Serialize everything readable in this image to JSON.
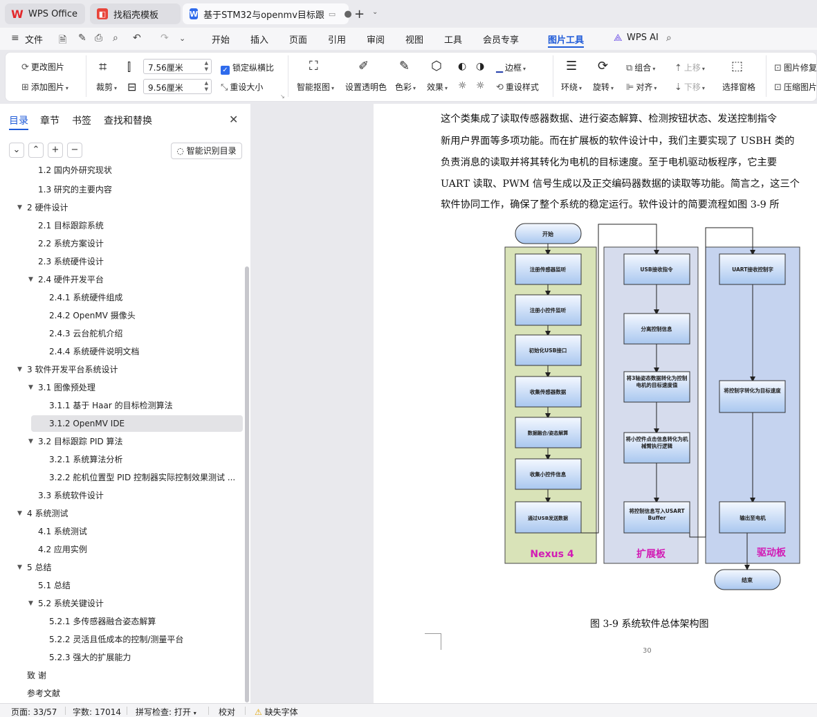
{
  "tabs": {
    "wps": "WPS Office",
    "template": "找稻壳模板",
    "doc": "基于STM32与openmv目标跟"
  },
  "menu": {
    "file": "文件",
    "items": [
      "开始",
      "插入",
      "页面",
      "引用",
      "审阅",
      "视图",
      "工具",
      "会员专享",
      "图片工具"
    ],
    "wps_ai": "WPS AI"
  },
  "ribbon": {
    "change_picture": "更改图片",
    "add_picture": "添加图片",
    "crop": "裁剪",
    "width_value": "7.56厘米",
    "height_value": "9.56厘米",
    "lock_ratio": "锁定纵横比",
    "reset_size": "重设大小",
    "smart_cutout": "智能抠图",
    "set_transparent": "设置透明色",
    "color": "色彩",
    "effect": "效果",
    "border": "边框",
    "reset_style": "重设样式",
    "wrap": "环绕",
    "rotate": "旋转",
    "group": "组合",
    "align": "对齐",
    "move_up": "上移",
    "move_down": "下移",
    "selection_pane": "选择窗格",
    "picture_repair": "图片修复",
    "compress": "压缩图片"
  },
  "panel": {
    "tabs": [
      "目录",
      "章节",
      "书签",
      "查找和替换"
    ],
    "smart_toc": "智能识别目录",
    "toc": [
      {
        "label": "1.2  国内外研究现状"
      },
      {
        "label": "1.3  研究的主要内容"
      },
      {
        "label": "2  硬件设计"
      },
      {
        "label": "2.1  目标跟踪系统"
      },
      {
        "label": "2.2  系统方案设计"
      },
      {
        "label": "2.3 系统硬件设计"
      },
      {
        "label": "2.4  硬件开发平台"
      },
      {
        "label": "2.4.1  系统硬件组成"
      },
      {
        "label": "2.4.2 OpenMV 摄像头"
      },
      {
        "label": "2.4.3  云台舵机介绍"
      },
      {
        "label": "2.4.4  系统硬件说明文档"
      },
      {
        "label": "3  软件开发平台系统设计"
      },
      {
        "label": "3.1  图像预处理"
      },
      {
        "label": "3.1.1  基于 Haar 的目标检测算法"
      },
      {
        "label": "3.1.2 OpenMV IDE"
      },
      {
        "label": "3.2  目标跟踪 PID 算法"
      },
      {
        "label": "3.2.1  系统算法分析"
      },
      {
        "label": "3.2.2  舵机位置型 PID 控制器实际控制效果测试 ..."
      },
      {
        "label": "3.3  系统软件设计"
      },
      {
        "label": "4 系统测试"
      },
      {
        "label": "4.1  系统测试"
      },
      {
        "label": "4.2  应用实例"
      },
      {
        "label": "5  总结"
      },
      {
        "label": "5.1 总结"
      },
      {
        "label": "5.2 系统关键设计"
      },
      {
        "label": "5.2.1 多传感器融合姿态解算"
      },
      {
        "label": "5.2.2 灵活且低成本的控制/测量平台"
      },
      {
        "label": "5.2.3 强大的扩展能力"
      },
      {
        "label": "致  谢"
      },
      {
        "label": "参考文献"
      }
    ]
  },
  "document": {
    "paragraph_lines": [
      "这个类集成了读取传感器数据、进行姿态解算、检测按钮状态、发送控制指令",
      "新用户界面等多项功能。而在扩展板的软件设计中，我们主要实现了 USBH 类的",
      "负责消息的读取并将其转化为电机的目标速度。至于电机驱动板程序，它主要",
      "UART 读取、PWM 信号生成以及正交编码器数据的读取等功能。简言之，这三个",
      "软件协同工作，确保了整个系统的稳定运行。软件设计的简要流程如图 3-9 所"
    ],
    "figure": {
      "start": "开始",
      "end": "结束",
      "columns": [
        "Nexus 4",
        "扩展板",
        "驱动板"
      ],
      "col1": [
        "注册传感器监听",
        "注册小控件监听",
        "初始化USB接口",
        "收集传感器数据",
        "数据融合/姿态解算",
        "收集小控件信息",
        "通过USB发送数据"
      ],
      "col2": [
        "USB接收指令",
        "分离控制信息",
        "将3轴姿态数据转化为控制电机的目标速度值",
        "将小控件点击信息转化为机械臂执行逻辑",
        "将控制信息写入USART Buffer"
      ],
      "col3": [
        "UART接收控制字",
        "将控制字转化为目标速度",
        "输出至电机"
      ]
    },
    "caption": "图 3-9  系统软件总体架构图",
    "page_number": "30"
  },
  "status": {
    "page": "页面: 33/57",
    "words": "字数: 17014",
    "spell": "拼写检查: 打开",
    "proof": "校对",
    "missing_font": "缺失字体"
  }
}
